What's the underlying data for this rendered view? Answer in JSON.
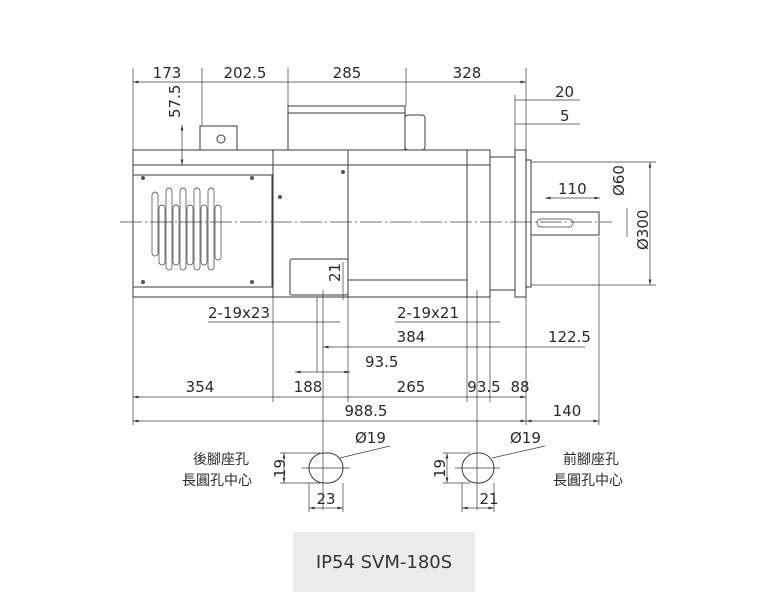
{
  "title": "IP54 SVM-180S",
  "top_dims": [
    "173",
    "202.5",
    "285",
    "328"
  ],
  "flange_dims": {
    "a": "20",
    "b": "5"
  },
  "height_dim": "57.5",
  "shaft": {
    "length": "110",
    "dia": "Ø60",
    "flange_dia": "Ø300"
  },
  "foot_dim": "21",
  "hole_labels": {
    "rear": "2-19x23",
    "front": "2-19x21"
  },
  "bottom_dims": {
    "d384": "384",
    "d122": "122.5",
    "d93a": "93.5",
    "d354": "354",
    "d188": "188",
    "d265": "265",
    "d93b": "93.5",
    "d88": "88",
    "d988": "988.5",
    "d140": "140"
  },
  "rear_hole": {
    "label1": "後腳座孔",
    "label2": "長圓孔中心",
    "dia": "Ø19",
    "h": "19",
    "w": "23"
  },
  "front_hole": {
    "label1": "前腳座孔",
    "label2": "長圓孔中心",
    "dia": "Ø19",
    "h": "19",
    "w": "21"
  }
}
